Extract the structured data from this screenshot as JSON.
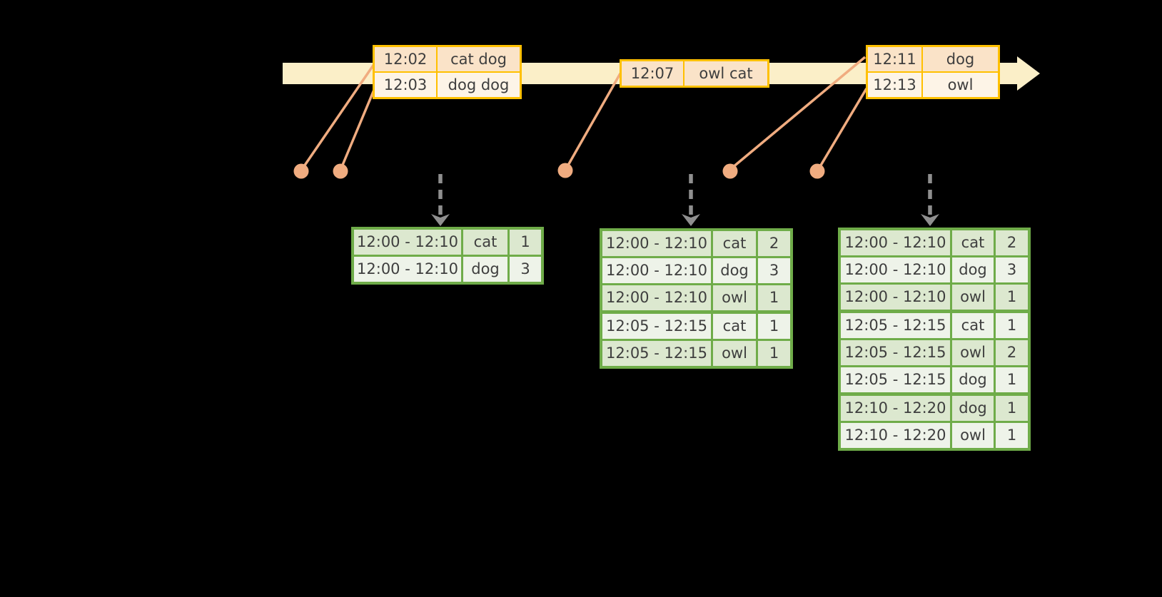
{
  "colors": {
    "page_bg": "#000000",
    "timeline_fill": "#FBEFC8",
    "event_border": "#FFC000",
    "event_row_dark": "#FAE3C8",
    "event_row_light": "#FDF4E7",
    "connector": "#F0AC80",
    "result_border": "#6FAC49",
    "result_row_dark": "#DCE8CF",
    "result_row_light": "#EEF3E9",
    "trigger_arrow": "#8F8F8F",
    "text": "#3E3E3E"
  },
  "timeline": {
    "event_batches": [
      {
        "rows": [
          [
            "12:02",
            "cat dog"
          ],
          [
            "12:03",
            "dog dog"
          ]
        ]
      },
      {
        "rows": [
          [
            "12:07",
            "owl cat"
          ]
        ]
      },
      {
        "rows": [
          [
            "12:11",
            "dog"
          ],
          [
            "12:13",
            "owl"
          ]
        ]
      }
    ]
  },
  "result_tables": [
    {
      "rows": [
        [
          "12:00 - 12:10",
          "cat",
          "1"
        ],
        [
          "12:00 - 12:10",
          "dog",
          "3"
        ]
      ]
    },
    {
      "rows": [
        [
          "12:00 - 12:10",
          "cat",
          "2"
        ],
        [
          "12:00 - 12:10",
          "dog",
          "3"
        ],
        [
          "12:00 - 12:10",
          "owl",
          "1"
        ],
        [
          "12:05 - 12:15",
          "cat",
          "1"
        ],
        [
          "12:05 - 12:15",
          "owl",
          "1"
        ]
      ]
    },
    {
      "rows": [
        [
          "12:00 - 12:10",
          "cat",
          "2"
        ],
        [
          "12:00 - 12:10",
          "dog",
          "3"
        ],
        [
          "12:00 - 12:10",
          "owl",
          "1"
        ],
        [
          "12:05 - 12:15",
          "cat",
          "1"
        ],
        [
          "12:05 - 12:15",
          "owl",
          "2"
        ],
        [
          "12:05 - 12:15",
          "dog",
          "1"
        ],
        [
          "12:10 - 12:20",
          "dog",
          "1"
        ],
        [
          "12:10 - 12:20",
          "owl",
          "1"
        ]
      ]
    }
  ]
}
